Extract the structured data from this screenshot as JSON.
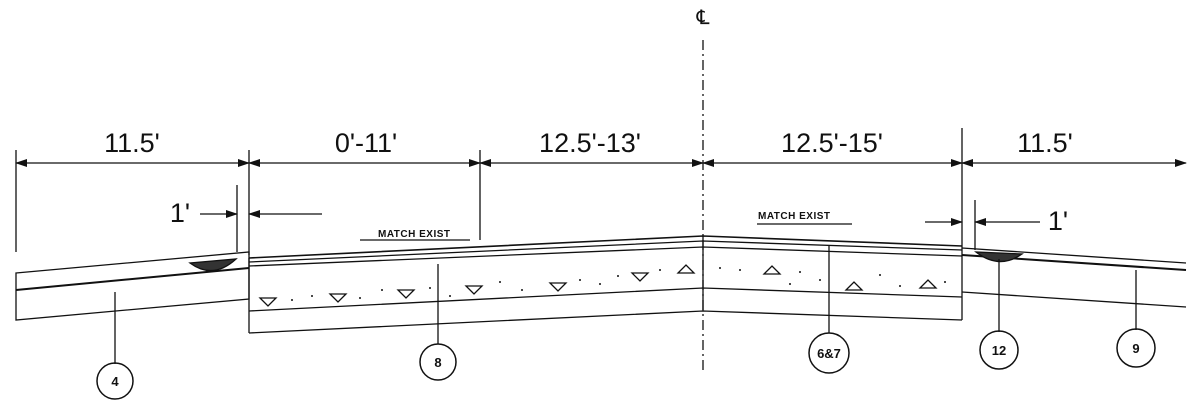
{
  "dimensions": {
    "d1": "11.5'",
    "d2": "0'-11'",
    "d3": "12.5'-13'",
    "d4": "12.5'-15'",
    "d5": "11.5'",
    "offset_left": "1'",
    "offset_right": "1'"
  },
  "centerline_symbol": "℄",
  "notes": {
    "match_exist_left": "MATCH EXIST",
    "match_exist_right": "MATCH EXIST"
  },
  "callouts": [
    "4",
    "8",
    "6&7",
    "12",
    "9"
  ]
}
